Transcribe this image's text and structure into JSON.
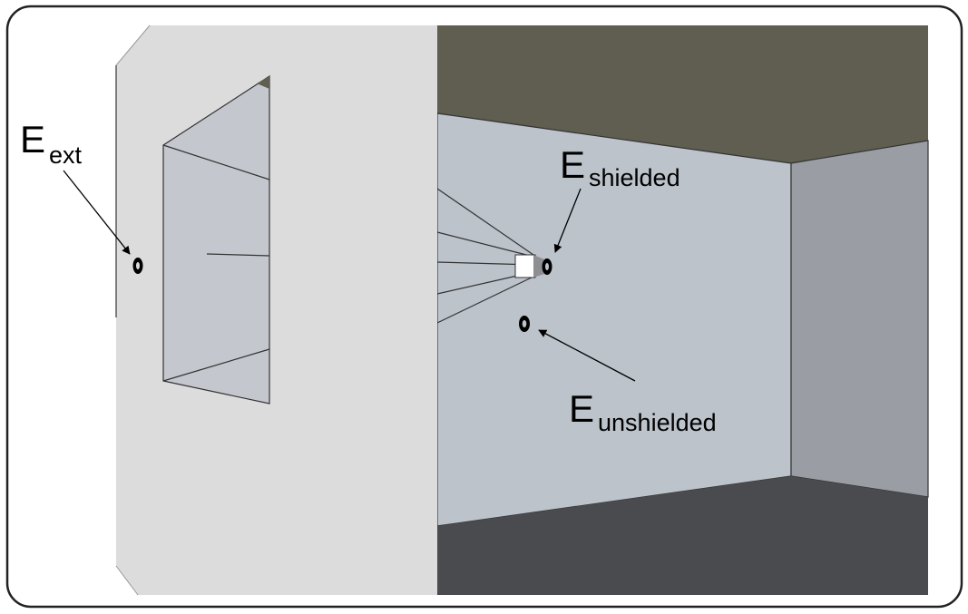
{
  "labels": {
    "ext": {
      "main": "E",
      "sub": "ext"
    },
    "shielded": {
      "main": "E",
      "sub": "shielded"
    },
    "unshielded": {
      "main": "E",
      "sub": "unshielded"
    }
  },
  "colors": {
    "frame": "#222222",
    "ceiling": "#5f5e50",
    "back_wall": "#bcc3cb",
    "right_wall": "#9a9ea4",
    "floor": "#4a4b4f",
    "facade": "#dcdcdc",
    "window_glass": "#c4c8ce",
    "sensor": "#000000"
  }
}
